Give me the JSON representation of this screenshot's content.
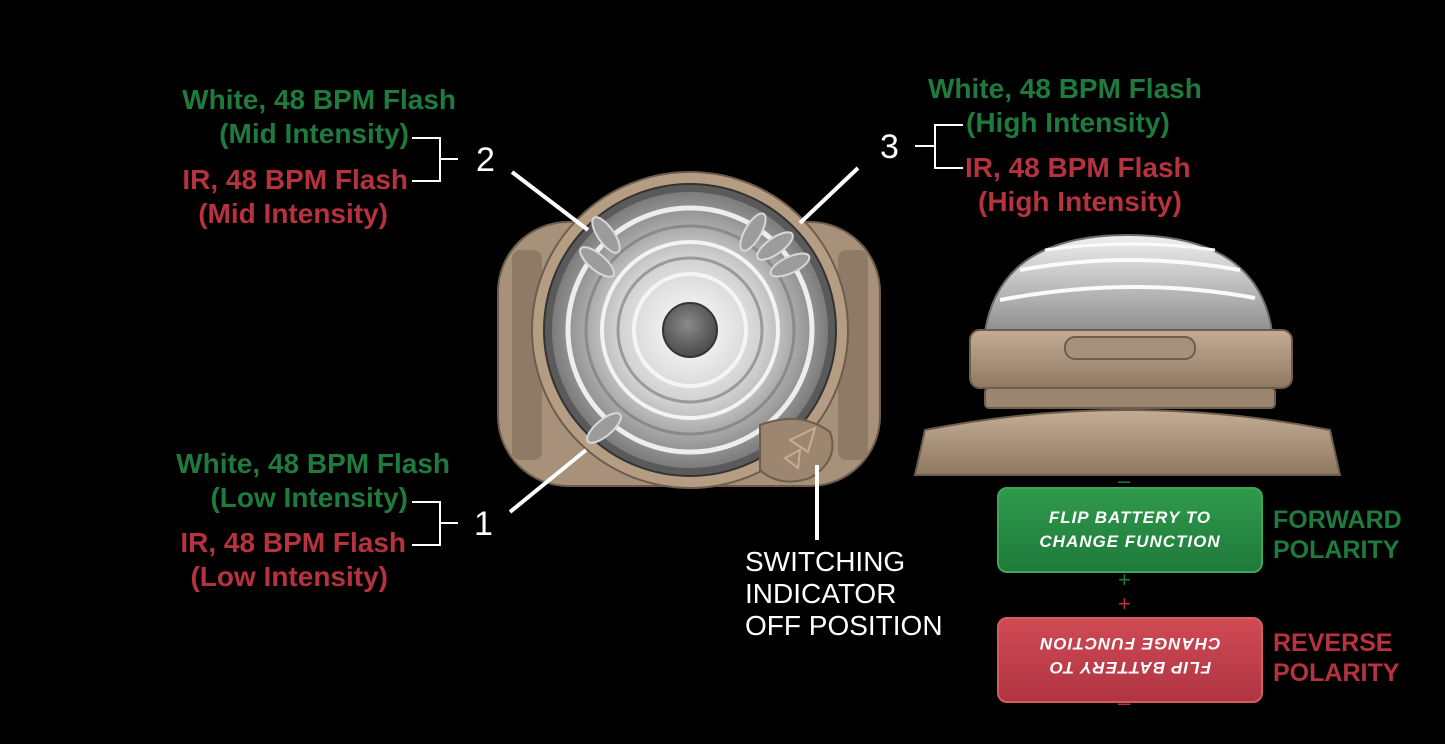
{
  "labels": {
    "pos2_white_line1": "White, 48 BPM Flash",
    "pos2_white_line2": "(Mid Intensity)",
    "pos2_ir_line1": "IR, 48 BPM Flash",
    "pos2_ir_line2": "(Mid Intensity)",
    "pos3_white_line1": "White, 48 BPM Flash",
    "pos3_white_line2": "(High Intensity)",
    "pos3_ir_line1": "IR, 48 BPM Flash",
    "pos3_ir_line2": "(High Intensity)",
    "pos1_white_line1": "White, 48 BPM Flash",
    "pos1_white_line2": "(Low Intensity)",
    "pos1_ir_line1": "IR, 48 BPM Flash",
    "pos1_ir_line2": "(Low Intensity)"
  },
  "positions": {
    "one": "1",
    "two": "2",
    "three": "3"
  },
  "switching": {
    "line1": "SWITCHING",
    "line2": "INDICATOR",
    "line3": "OFF POSITION"
  },
  "battery": {
    "forward_line1": "FLIP BATTERY TO",
    "forward_line2": "CHANGE FUNCTION",
    "reverse_line1": "FLIP BATTERY TO",
    "reverse_line2": "CHANGE FUNCTION",
    "forward_label_line1": "FORWARD",
    "forward_label_line2": "POLARITY",
    "reverse_label_line1": "REVERSE",
    "reverse_label_line2": "POLARITY",
    "minus_top": "–",
    "plus_mid1": "+",
    "plus_mid2": "+",
    "minus_bottom": "–"
  },
  "colors": {
    "white_mode_text": "#1f7a3e",
    "ir_mode_text": "#b5323e",
    "housing_tan": "#a8917a",
    "forward_badge": "#2a8c45",
    "reverse_badge": "#c03e4b"
  }
}
